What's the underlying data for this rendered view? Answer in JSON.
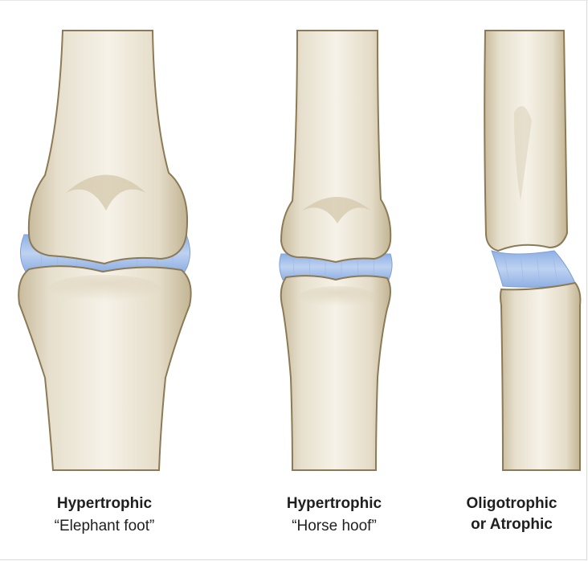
{
  "panels": [
    {
      "title": "Hypertrophic",
      "subtitle": "“Elephant foot”"
    },
    {
      "title": "Hypertrophic",
      "subtitle": "“Horse hoof”"
    },
    {
      "title": "Oligotrophic",
      "subtitle": "or Atrophic"
    }
  ],
  "colors": {
    "bone_light": "#f3eee2",
    "bone_mid": "#ddd3bc",
    "bone_dark": "#b9ab8a",
    "bone_outline": "#8c7a55",
    "gap_blue": "#a9c2ec",
    "gap_blue_dark": "#7f9fd6",
    "caption_text": "#1f1f1f"
  },
  "icons": [
    "bone-upper-icon",
    "bone-lower-icon",
    "fracture-gap-icon"
  ]
}
